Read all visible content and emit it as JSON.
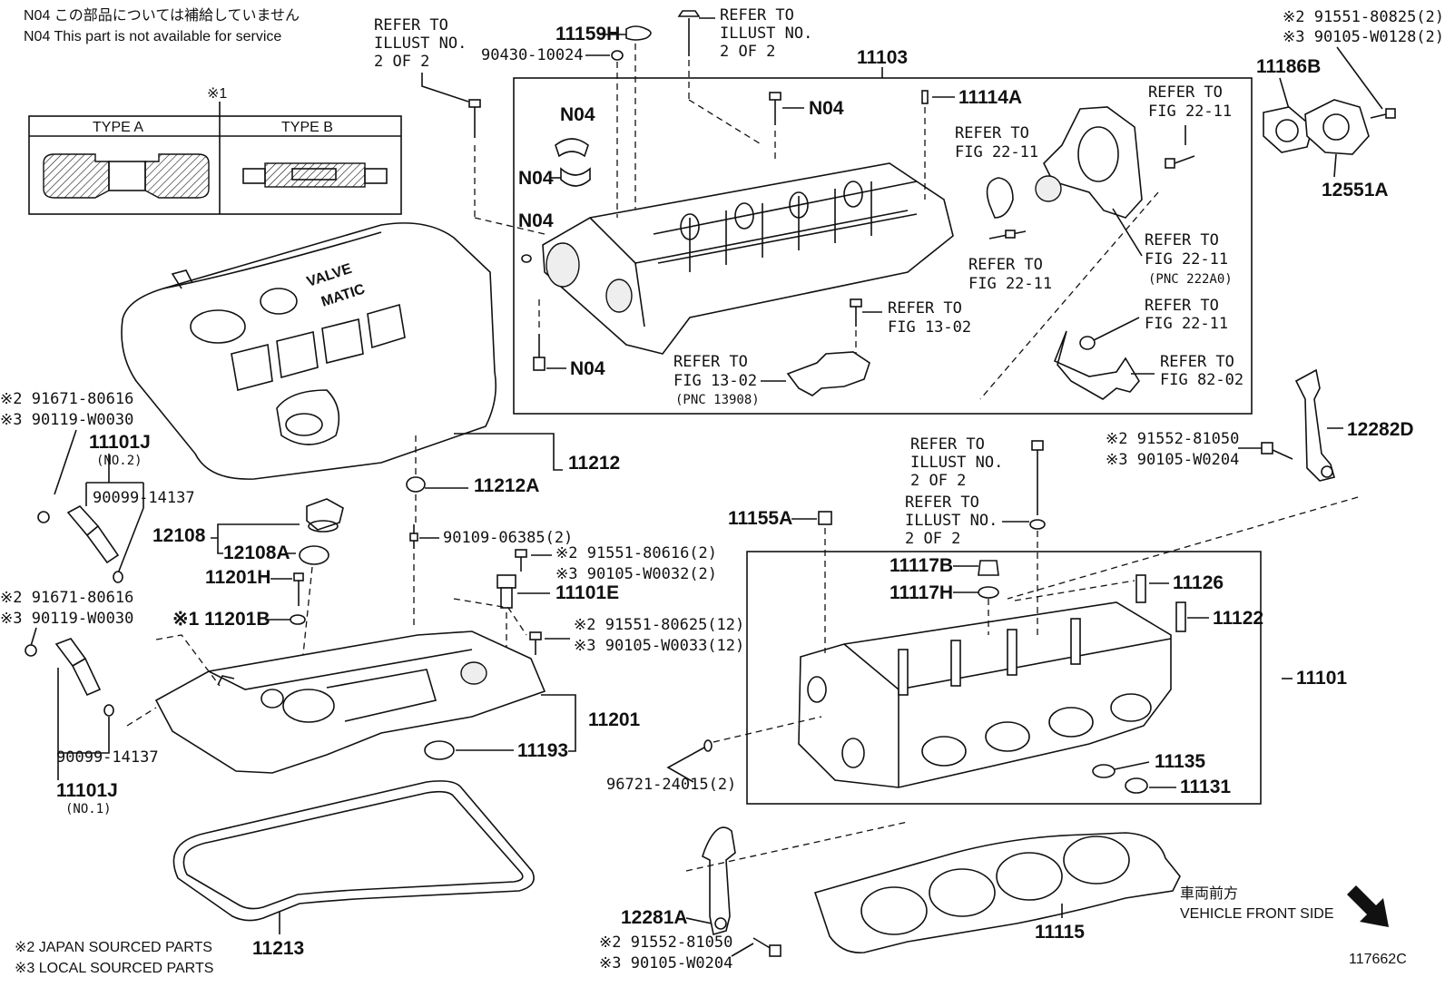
{
  "notes": {
    "n04_jp": "N04 この部品については補給していません",
    "n04_en": "N04 This part is not available for service",
    "japan_sourced": "※2 JAPAN SOURCED PARTS",
    "local_sourced": "※3 LOCAL SOURCED PARTS",
    "figure_id": "117662C",
    "vehicle_front_jp": "車両前方",
    "vehicle_front_en": "VEHICLE FRONT SIDE"
  },
  "inset": {
    "marker": "※1",
    "type_a": "TYPE A",
    "type_b": "TYPE B"
  },
  "cover_text": {
    "line1": "VALVE",
    "line2": "MATIC"
  },
  "refer_illust": {
    "line1": "REFER TO",
    "line2": "ILLUST NO.",
    "line3": "2 OF 2"
  },
  "labels": {
    "p11159H": "11159H",
    "p90430": "90430-10024",
    "p11103": "11103",
    "s2_91551_80825": "※2 91551-80825(2)",
    "s3_90105_W0128": "※3 90105-W0128(2)",
    "p11186B": "11186B",
    "p12551A": "12551A",
    "n04_a": "N04",
    "n04_b": "N04",
    "n04_c": "N04",
    "n04_d": "N04",
    "n04_e": "N04",
    "p11114A": "11114A",
    "refer_22_11_a1": "REFER TO",
    "refer_22_11_a2": "FIG 22-11",
    "refer_22_11_b1": "REFER TO",
    "refer_22_11_b2": "FIG 22-11",
    "refer_22_11_c1": "REFER TO",
    "refer_22_11_c2": "FIG 22-11",
    "refer_22_11_d1": "REFER TO",
    "refer_22_11_d2": "FIG 22-11",
    "pnc_222A0": "(PNC 222A0)",
    "refer_22_11_e1": "REFER TO",
    "refer_22_11_e2": "FIG 22-11",
    "refer_13_02_a1": "REFER TO",
    "refer_13_02_a2": "FIG 13-02",
    "refer_13_02_b1": "REFER TO",
    "refer_13_02_b2": "FIG 13-02",
    "pnc_13908": "(PNC 13908)",
    "refer_82_02_1": "REFER TO",
    "refer_82_02_2": "FIG 82-02",
    "s2_91671_80616_a": "※2 91671-80616",
    "s3_90119_W0030_a": "※3 90119-W0030",
    "p11101J_a": "11101J",
    "no2": "(NO.2)",
    "p90099_a": "90099-14137",
    "p11212": "11212",
    "p11212A": "11212A",
    "p12108": "12108",
    "p12108A": "12108A",
    "p90109": "90109-06385(2)",
    "s2_91551_80616": "※2 91551-80616(2)",
    "s3_90105_W0032": "※3 90105-W0032(2)",
    "p11101E": "11101E",
    "p11201H": "11201H",
    "s1_11201B": "※1 11201B",
    "s2_91551_80625": "※2 91551-80625(12)",
    "s3_90105_W0033": "※3 90105-W0033(12)",
    "s2_91671_80616_b": "※2 91671-80616",
    "s3_90119_W0030_b": "※3 90119-W0030",
    "p90099_b": "90099-14137",
    "p11101J_b": "11101J",
    "no1": "(NO.1)",
    "p11201": "11201",
    "p11193": "11193",
    "p11213": "11213",
    "s2_91552_81050_a": "※2 91552-81050",
    "s3_90105_W0204_a": "※3 90105-W0204",
    "p12282D": "12282D",
    "p11155A": "11155A",
    "p11117B": "11117B",
    "p11117H": "11117H",
    "p11126": "11126",
    "p11122": "11122",
    "p11101": "11101",
    "p96721": "96721-24015(2)",
    "p11135": "11135",
    "p11131": "11131",
    "p12281A": "12281A",
    "s2_91552_81050_b": "※2 91552-81050",
    "s3_90105_W0204_b": "※3 90105-W0204",
    "p11115": "11115"
  }
}
